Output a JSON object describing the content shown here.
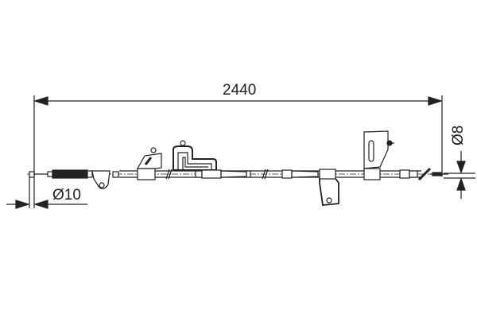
{
  "drawing": {
    "subject": "cable with routing brackets",
    "dimensions": {
      "overall_length": "2440",
      "left_diameter": "Ø10",
      "right_diameter": "Ø8"
    },
    "colors": {
      "line": "#222222",
      "background": "#ffffff"
    }
  }
}
